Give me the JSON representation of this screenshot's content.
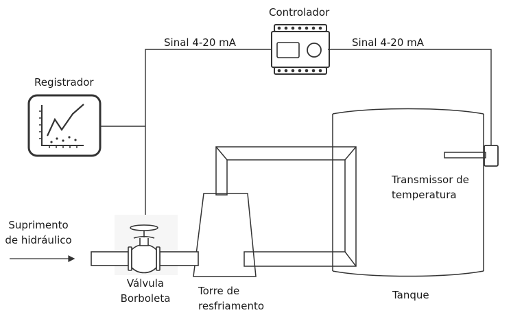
{
  "labels": {
    "controller": "Controlador",
    "signal_left": "Sinal 4-20 mA",
    "signal_right": "Sinal 4-20 mA",
    "recorder": "Registrador",
    "transmitter_line1": "Transmissor de",
    "transmitter_line2": "temperatura",
    "supply_line1": "Suprimento",
    "supply_line2": "de hidráulico",
    "valve_line1": "Válvula",
    "valve_line2": "Borboleta",
    "tower_line1": "Torre de",
    "tower_line2": "resfriamento",
    "tank": "Tanque"
  },
  "colors": {
    "line": "#333333",
    "background": "#ffffff",
    "text": "#1a1a1a"
  }
}
